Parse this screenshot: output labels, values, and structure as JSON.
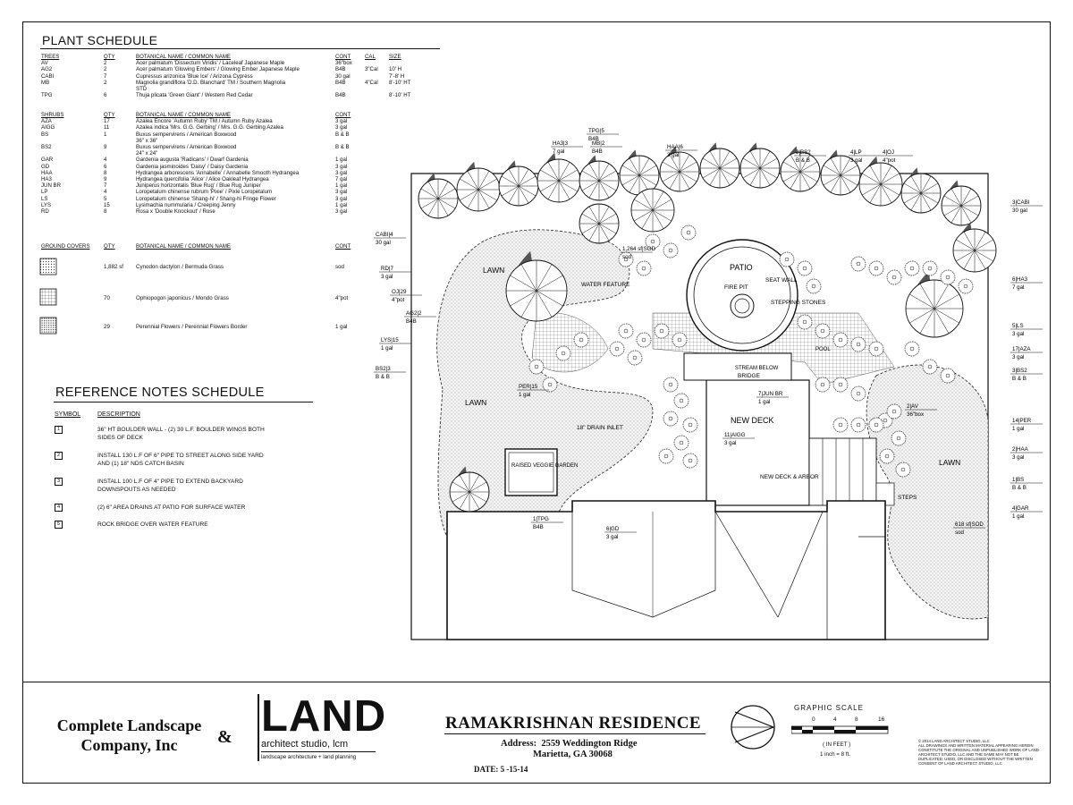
{
  "plant_schedule": {
    "title": "PLANT SCHEDULE",
    "trees_header": [
      "TREES",
      "QTY",
      "BOTANICAL NAME / COMMON NAME",
      "CONT",
      "CAL",
      "SIZE"
    ],
    "trees": [
      [
        "AV",
        "2",
        "Acer palmatum 'Dissectum Viridis' / Laceleaf Japanese Maple",
        "36\"box",
        "",
        ""
      ],
      [
        "AG2",
        "2",
        "Acer palmatum 'Glowing Embers' / Glowing Ember Japanese Maple",
        "B4B",
        "3\"Cal",
        "10' H"
      ],
      [
        "CABI",
        "7",
        "Cupressus arizonica 'Blue Ice' / Arizona Cypress",
        "30 gal",
        "",
        "7'-8' H"
      ],
      [
        "MB",
        "2",
        "Magnolia grandiflora 'D.D. Blanchard' TM / Southern Magnolia",
        "B4B",
        "4\"Cal",
        "8'-10' HT"
      ],
      [
        "",
        "",
        "STD",
        "",
        "",
        ""
      ],
      [
        "TPG",
        "6",
        "Thuja plicata 'Green Giant' / Western Red Cedar",
        "B4B",
        "",
        "8'-10' HT"
      ]
    ],
    "shrubs_header": [
      "SHRUBS",
      "QTY",
      "BOTANICAL NAME / COMMON NAME",
      "CONT"
    ],
    "shrubs": [
      [
        "AZA",
        "17",
        "Azalea Encore 'Autumn Ruby' TM / Autumn Ruby Azalea",
        "3 gal"
      ],
      [
        "AIGG",
        "11",
        "Azalea indica 'Mrs. G.G. Gerbing' / Mrs. G.G. Gerbing Azalea",
        "3 gal"
      ],
      [
        "BS",
        "1",
        "Buxus sempervirens / American Boxwood",
        "B & B"
      ],
      [
        "",
        "",
        "36\" x 36\"",
        ""
      ],
      [
        "BS2",
        "9",
        "Buxus sempervirens / American Boxwood",
        "B & B"
      ],
      [
        "",
        "",
        "24\" x 24\"",
        ""
      ],
      [
        "GAR",
        "4",
        "Gardenia augusta 'Radicans' / Dwarf Gardenia",
        "1 gal"
      ],
      [
        "GD",
        "6",
        "Gardenia jasminoides 'Daisy' / Daisy Gardenia",
        "3 gal"
      ],
      [
        "HAA",
        "8",
        "Hydrangea arborescens 'Annabelle' / Annabelle Smooth Hydrangea",
        "3 gal"
      ],
      [
        "HA3",
        "9",
        "Hydrangea quercifolia 'Alice' / Alice Oakleaf Hydrangea",
        "7 gal"
      ],
      [
        "JUN BR",
        "7",
        "Juniperus horizontalis 'Blue Rug' / Blue Rug Juniper",
        "1 gal"
      ],
      [
        "LP",
        "4",
        "Loropetalum chinense rubrum 'Pixie' / Pixie Loropetalum",
        "3 gal"
      ],
      [
        "LS",
        "5",
        "Loropetalum chinense 'Shang-hi' / Shang-hi Fringe Flower",
        "3 gal"
      ],
      [
        "LYS",
        "15",
        "Lysimachia nummularia / Creeping Jenny",
        "1 gal"
      ],
      [
        "RD",
        "8",
        "Rosa x 'Double Knockout' / Rose",
        "3 gal"
      ]
    ],
    "ground_header": [
      "GROUND COVERS",
      "QTY",
      "BOTANICAL NAME / COMMON NAME",
      "CONT"
    ],
    "ground": [
      [
        "1,882 sf",
        "Cynodon dactylon / Bermuda Grass",
        "sod"
      ],
      [
        "70",
        "Ophiopogon japonicus / Mondo Grass",
        "4\"pot"
      ],
      [
        "29",
        "Perennial Flowers / Perennial Flowers Border",
        "1 gal"
      ]
    ]
  },
  "reference_notes": {
    "title": "REFERENCE NOTES SCHEDULE",
    "header": [
      "SYMBOL",
      "DESCRIPTION"
    ],
    "notes": [
      [
        "1",
        "36\" HT BOULDER WALL - (2) 30 L.F. BOULDER WINGS BOTH",
        "SIDES OF DECK"
      ],
      [
        "2",
        "INSTALL 130 L.F OF 6\" PIPE TO STREET ALONG SIDE YARD",
        "AND (1) 18\" NDS CATCH BASIN"
      ],
      [
        "3",
        "INSTALL 100 L.F OF 4\" PIPE TO EXTEND BACKYARD",
        "DOWNSPOUTS AS NEEDED"
      ],
      [
        "4",
        "(2) 6\" AREA DRAINS AT PATIO FOR SURFACE WATER",
        ""
      ],
      [
        "5",
        "ROCK BRIDGE OVER WATER FEATURE",
        ""
      ]
    ]
  },
  "plan_labels": {
    "lawn": "LAWN",
    "patio": "PATIO",
    "fire_pit": "FIRE PIT",
    "seat_wall": "SEAT WALL",
    "stepping_stones": "STEPPING STONES",
    "water_feature": "WATER FEATURE",
    "stream_below": "STREAM BELOW",
    "bridge": "BRIDGE",
    "new_deck": "NEW DECK",
    "new_deck_arbor": "NEW DECK & ARBOR",
    "drain_inlet": "18\" DRAIN INLET",
    "raised_veggie": "RAISED VEGGIE GARDEN",
    "steps": "STEPS",
    "pool": "POOL"
  },
  "callouts": [
    [
      "TPG|5",
      "B4B"
    ],
    [
      "HA3|3",
      "7 gal"
    ],
    [
      "MB|2",
      "B4B"
    ],
    [
      "HAA|6",
      "3 gal"
    ],
    [
      "3|BS2",
      "B & B"
    ],
    [
      "4|LP",
      "3 gal"
    ],
    [
      "4|OJ",
      "4\"pot"
    ],
    [
      "CABI|4",
      "30 gal"
    ],
    [
      "1,264 sf|SOD",
      "sod"
    ],
    [
      "RD|7",
      "3 gal"
    ],
    [
      "OJ|29",
      "4\"pot"
    ],
    [
      "AG2|2",
      "B4B"
    ],
    [
      "LYS|15",
      "1 gal"
    ],
    [
      "BS2|3",
      "B & B"
    ],
    [
      "PER|15",
      "1 gal"
    ],
    [
      "7|JUN BR",
      "1 gal"
    ],
    [
      "11|AIGG",
      "3 gal"
    ],
    [
      "1|TPG",
      "B4B"
    ],
    [
      "6|GD",
      "3 gal"
    ],
    [
      "3|CABI",
      "30 gal"
    ],
    [
      "6|HA3",
      "7 gal"
    ],
    [
      "5|LS",
      "3 gal"
    ],
    [
      "17|AZA",
      "3 gal"
    ],
    [
      "3|BS2",
      "B & B"
    ],
    [
      "2|AV",
      "36\"box"
    ],
    [
      "14|PER",
      "1 gal"
    ],
    [
      "2|HAA",
      "3 gal"
    ],
    [
      "1|BS",
      "B & B"
    ],
    [
      "4|GAR",
      "1 gal"
    ],
    [
      "618 sf|SOD",
      "sod"
    ]
  ],
  "title_block": {
    "company": [
      "Complete Landscape",
      "Company, Inc"
    ],
    "amp": "&",
    "land": "LAND",
    "land_sub": "architect studio, lcm",
    "land_tag": "landscape architecture + land planning",
    "residence": "RAMAKRISHNAN RESIDENCE",
    "address_label": "Address:",
    "address1": "2559 Weddington Ridge",
    "address2": "Marietta, GA 30068",
    "date": "DATE: 5 -15-14",
    "scale_title": "GRAPHIC SCALE",
    "scale_ticks": [
      "0",
      "4",
      "8",
      "16"
    ],
    "scale_unit": "( IN FEET )",
    "scale_ratio": "1 inch = 8 ft.",
    "copyright": [
      "© 2014 LAND ARCHITECT STUDIO, LLC",
      "ALL DRAWINGS AND WRITTEN MATERIAL APPEARING HEREIN",
      "CONSTITUTE THE ORIGINAL AND UNPUBLISHED WORK OF LAND",
      "ARCHITECT STUDIO, LLC AND THE SAME MAY NOT BE",
      "DUPLICATED, USED, OR DISCLOSED WITHOUT THE WRITTEN",
      "CONSENT OF LAND ARCHITECT STUDIO, LLC"
    ]
  }
}
